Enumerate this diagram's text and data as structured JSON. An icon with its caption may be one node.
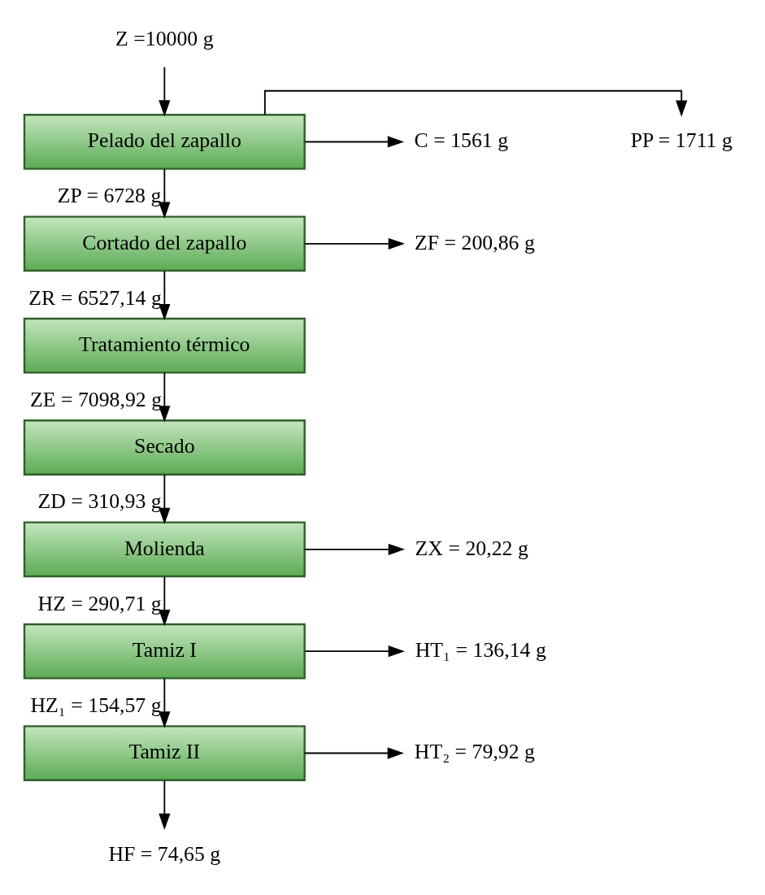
{
  "diagram": {
    "nodes": [
      {
        "text": [
          "Z =10000 g"
        ]
      },
      {
        "text": [
          "Pelado del zapallo"
        ]
      },
      {
        "text": [
          "PP = 1711 g"
        ]
      },
      {
        "text": [
          "C = 1561 g"
        ]
      },
      {
        "text": [
          "Cortado del zapallo"
        ]
      },
      {
        "text": [
          "ZF = 200,86 g"
        ]
      },
      {
        "text": [
          "Tratamiento térmico"
        ]
      },
      {
        "text": [
          "Secado"
        ]
      },
      {
        "text": [
          "Molienda"
        ]
      },
      {
        "text": [
          "ZX = 20,22 g"
        ]
      },
      {
        "text": [
          "Tamiz I"
        ]
      },
      {
        "text": [
          "HT₁ = 136,14 g"
        ]
      },
      {
        "text": [
          "Tamiz II"
        ]
      },
      {
        "text": [
          "HT₂ = 79,92 g"
        ]
      },
      {
        "text": [
          "HF = 74,65 g"
        ]
      }
    ],
    "edges": [
      {
        "from": 0,
        "to": 1,
        "arrow": "to"
      },
      {
        "from": 1,
        "to": 2,
        "arrow": "to"
      },
      {
        "from": 1,
        "to": 3,
        "arrow": "to"
      },
      {
        "from": 1,
        "to": 4,
        "arrow": "to",
        "label": "ZP = 6728 g"
      },
      {
        "from": 4,
        "to": 5,
        "arrow": "to"
      },
      {
        "from": 4,
        "to": 6,
        "arrow": "to",
        "label": "ZR = 6527,14 g"
      },
      {
        "from": 6,
        "to": 7,
        "arrow": "to",
        "label": "ZE = 7098,92 g"
      },
      {
        "from": 7,
        "to": 8,
        "arrow": "to",
        "label": "ZD = 310,93 g"
      },
      {
        "from": 8,
        "to": 9,
        "arrow": "to"
      },
      {
        "from": 8,
        "to": 10,
        "arrow": "to",
        "label": "HZ = 290,71 g"
      },
      {
        "from": 10,
        "to": 11,
        "arrow": "to"
      },
      {
        "from": 10,
        "to": 12,
        "arrow": "to",
        "label": "HZ₁ = 154,57 g"
      },
      {
        "from": 12,
        "to": 13,
        "arrow": "to"
      },
      {
        "from": 12,
        "to": 14,
        "arrow": "to"
      }
    ]
  }
}
